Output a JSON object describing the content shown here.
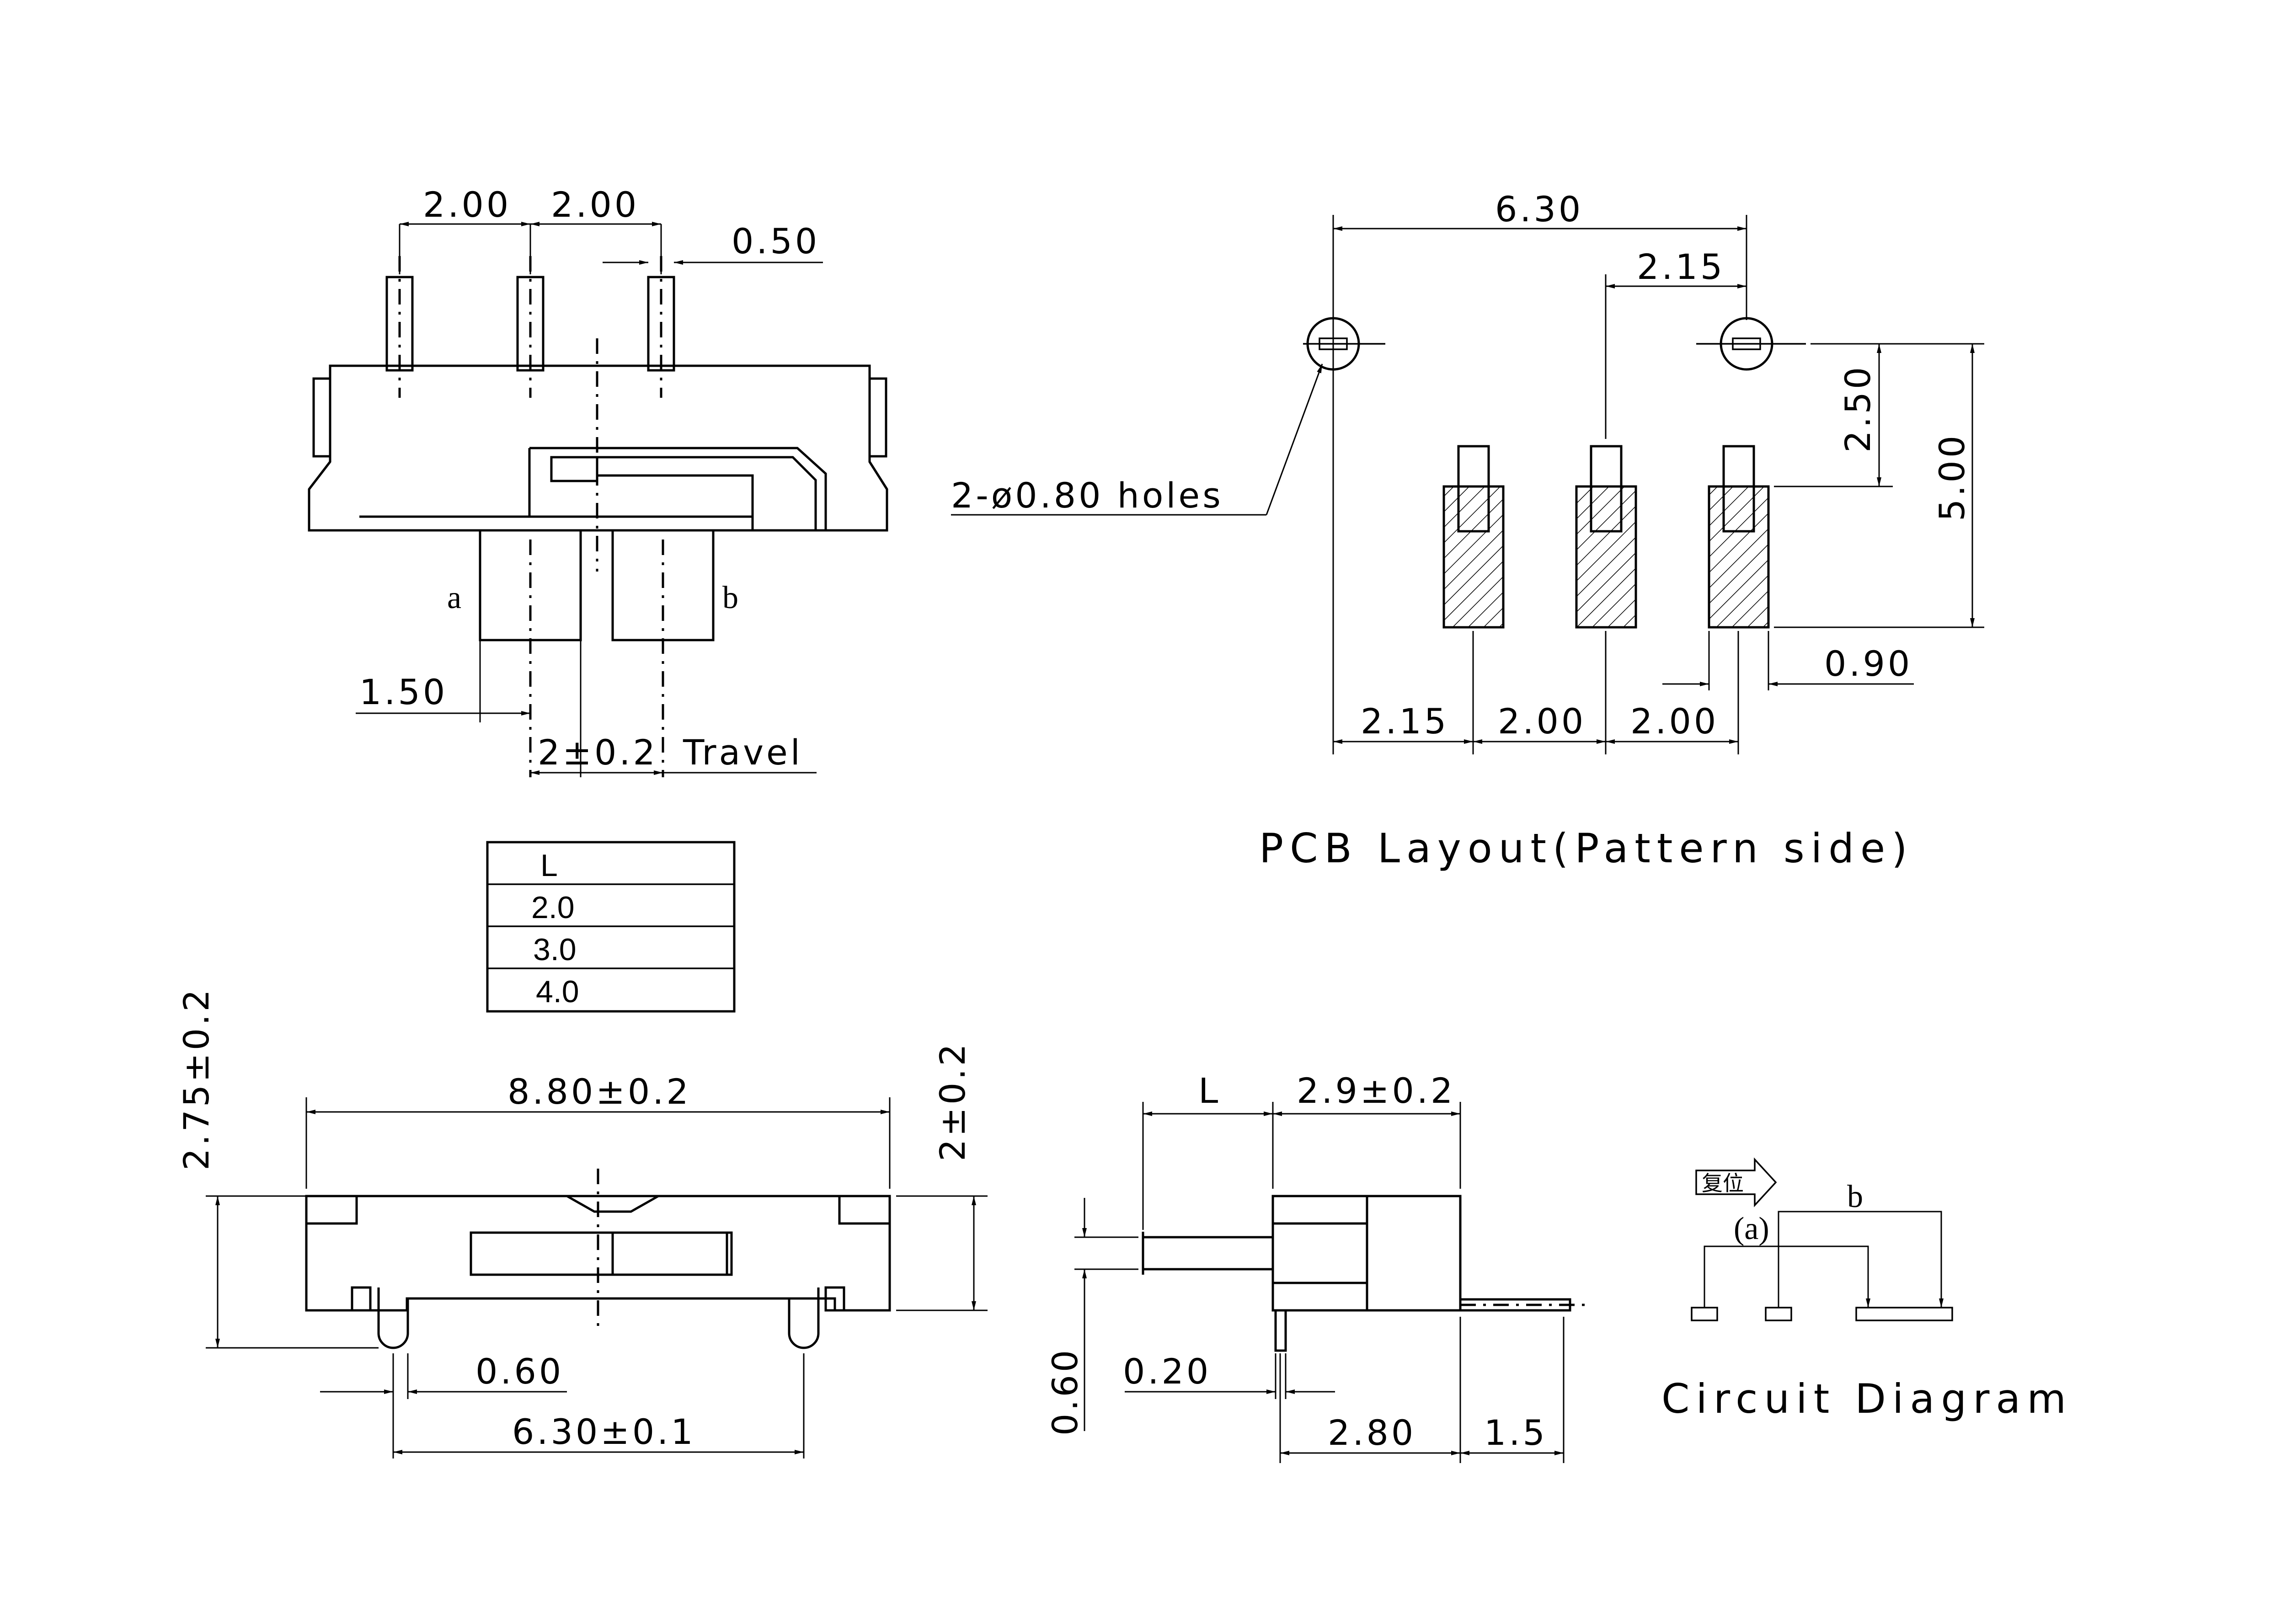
{
  "front_view": {
    "dim_pitch_1": "2.00",
    "dim_pitch_2": "2.00",
    "dim_pin_width": "0.50",
    "label_a": "a",
    "label_b": "b",
    "dim_offset": "1.50",
    "dim_travel": "2±0.2",
    "travel_label": "Travel"
  },
  "length_table": {
    "header": "L",
    "rows": [
      "2.0",
      "3.0",
      "4.0"
    ]
  },
  "pcb_layout": {
    "dim_overall": "6.30",
    "dim_top_pitch": "2.15",
    "dim_hole_offset": "2.50",
    "dim_height": "5.00",
    "holes_label": "2-ø0.80 holes",
    "dim_pad_width": "0.90",
    "dim_bottom_1": "2.15",
    "dim_bottom_2": "2.00",
    "dim_bottom_3": "2.00",
    "caption": "PCB Layout(Pattern side)"
  },
  "bottom_view": {
    "dim_height_left": "2.75±0.2",
    "dim_length": "8.80±0.2",
    "dim_height_right": "2±0.2",
    "dim_leg": "0.60",
    "dim_leg_pitch": "6.30±0.1"
  },
  "side_view": {
    "dim_L": "L",
    "dim_depth": "2.9±0.2",
    "dim_pin_dia": "0.60",
    "dim_thickness": "0.20",
    "dim_body": "2.80",
    "dim_lead": "1.5"
  },
  "circuit": {
    "reset_label": "复位",
    "label_a": "(a)",
    "label_b": "b",
    "caption": "Circuit  Diagram"
  }
}
